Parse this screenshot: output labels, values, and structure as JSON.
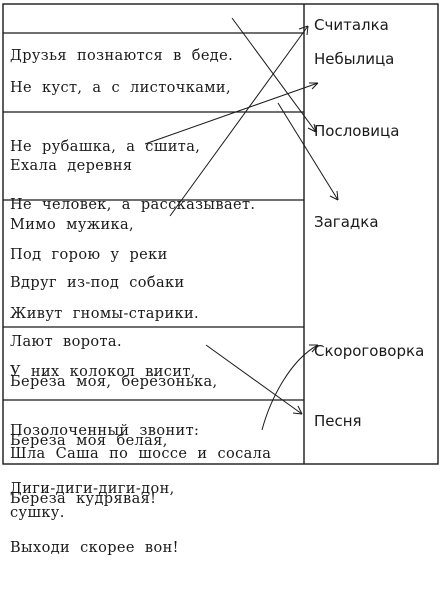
{
  "left_cells": [
    {
      "lines": [
        "Друзья  познаются  в  беде."
      ]
    },
    {
      "lines": [
        "Не  куст,  а  с  листочками,",
        "Не  рубашка,  а  сшита,",
        "Не  человек,  а  рассказывает."
      ]
    },
    {
      "lines": [
        "Ехала  деревня",
        "Мимо  мужика,",
        "Вдруг  из-под  собаки",
        "Лают  ворота."
      ]
    },
    {
      "lines": [
        "Под  горою  у  реки",
        "Живут  гномы-старики.",
        "У  них  колокол  висит,",
        "Позолоченный  звонит:",
        "Диги-диги-диги-дон,",
        "Выходи  скорее  вон!"
      ]
    },
    {
      "lines": [
        "Берёза  моя,  берёзонька,",
        "Берёза  моя  белая,",
        "Берёза  кудрявая!"
      ]
    },
    {
      "lines": [
        "Шла  Саша  по  шоссе  и  сосала",
        "сушку."
      ]
    }
  ],
  "right_labels": [
    "Считалка",
    "Небылица",
    "Пословица",
    "Загадка",
    "Скороговорка",
    "Песня"
  ],
  "colors": {
    "ink": "#1a1a1a",
    "paper": "#ffffff"
  }
}
